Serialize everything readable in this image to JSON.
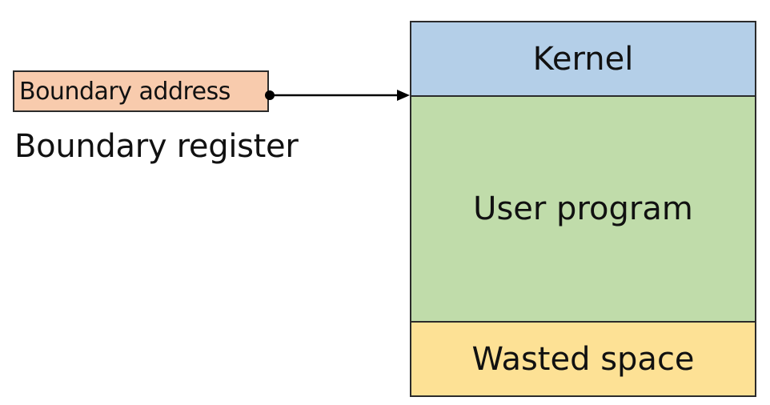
{
  "colors": {
    "register_fill": "#f8cbad",
    "kernel_fill": "#b4cfe8",
    "user_program_fill": "#c0dcaa",
    "wasted_space_fill": "#fde195",
    "outline": "#2b2b2b",
    "arrow": "#000000"
  },
  "register": {
    "value": "Boundary address",
    "label": "Boundary register"
  },
  "memory": {
    "segments": [
      {
        "label": "Kernel"
      },
      {
        "label": "User program"
      },
      {
        "label": "Wasted space"
      }
    ]
  }
}
